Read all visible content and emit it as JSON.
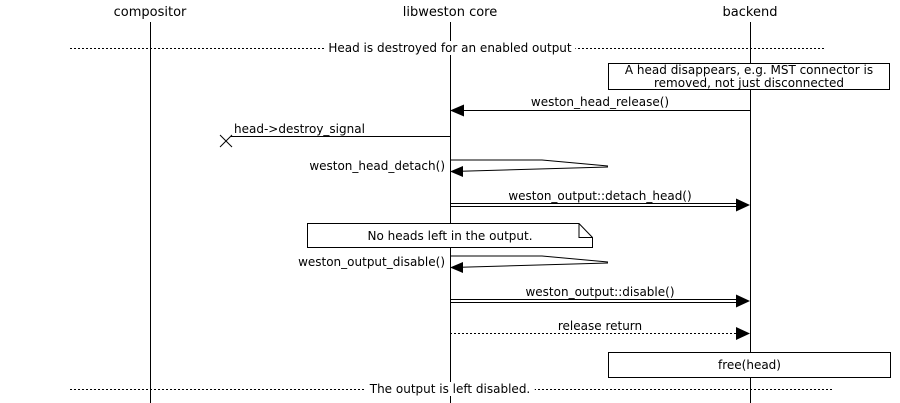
{
  "diagram": {
    "title": "Sequence diagram: head destroyed for an enabled output",
    "colors": {
      "line": "#000000",
      "background": "#ffffff",
      "text": "#000000"
    },
    "actors": [
      {
        "name": "compositor"
      },
      {
        "name": "libweston core"
      },
      {
        "name": "backend"
      }
    ],
    "dividers": [
      {
        "text": "Head is destroyed for an enabled output"
      },
      {
        "text": "The output is left disabled."
      }
    ],
    "notes": [
      {
        "line1": "A head disappears, e.g. MST connector is",
        "line2": "removed, not just disconnected"
      },
      {
        "text": "No heads left in the output."
      },
      {
        "text": "free(head)"
      }
    ],
    "messages": [
      {
        "label": "weston_head_release()",
        "from": "backend",
        "to": "libweston core",
        "style": "solid-arrow-left"
      },
      {
        "label": "head->destroy_signal",
        "from": "libweston core",
        "to": "lost",
        "style": "lost-message-x"
      },
      {
        "label": "weston_head_detach()",
        "from": "libweston core",
        "to": "libweston core",
        "style": "self-loop"
      },
      {
        "label": "weston_output::detach_head()",
        "from": "libweston core",
        "to": "backend",
        "style": "double-line-arrow-right"
      },
      {
        "label": "weston_output_disable()",
        "from": "libweston core",
        "to": "libweston core",
        "style": "self-loop"
      },
      {
        "label": "weston_output::disable()",
        "from": "libweston core",
        "to": "backend",
        "style": "double-line-arrow-right"
      },
      {
        "label": "release return",
        "from": "libweston core",
        "to": "backend",
        "style": "dotted-arrow-right"
      }
    ]
  }
}
